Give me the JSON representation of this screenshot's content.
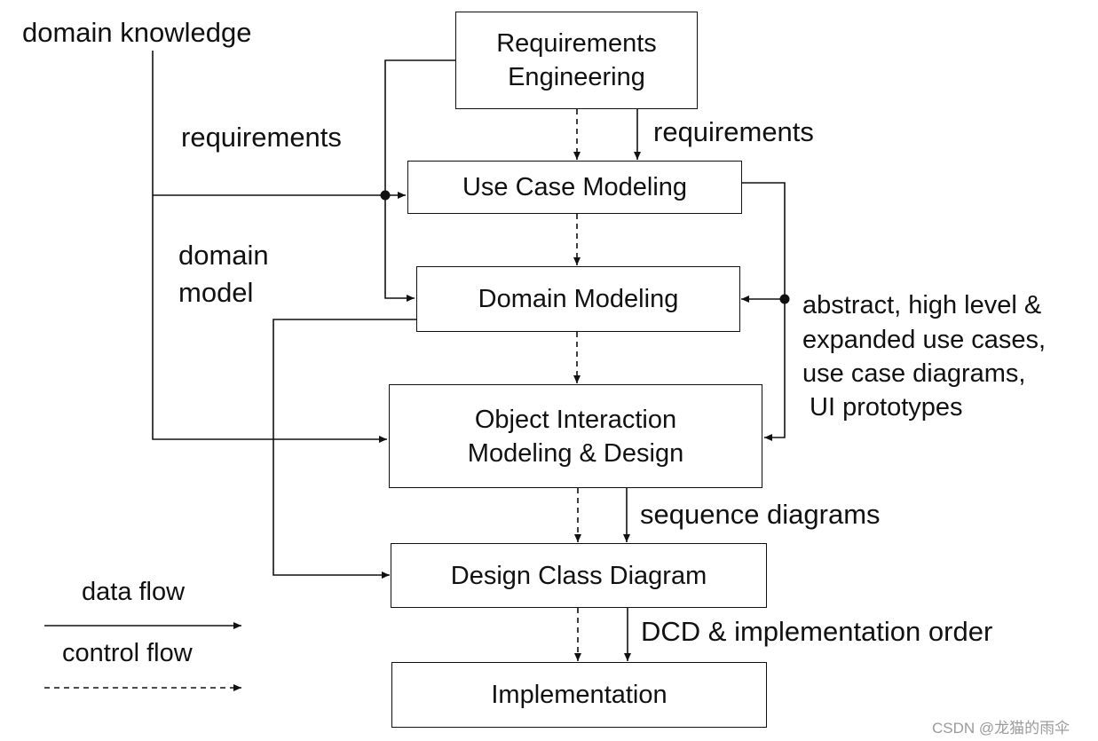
{
  "boxes": {
    "requirements_engineering": {
      "line1": "Requirements",
      "line2": "Engineering"
    },
    "use_case_modeling": "Use Case Modeling",
    "domain_modeling": "Domain Modeling",
    "object_interaction": {
      "line1": "Object Interaction",
      "line2": "Modeling & Design"
    },
    "design_class_diagram": "Design Class Diagram",
    "implementation": "Implementation"
  },
  "labels": {
    "domain_knowledge": "domain knowledge",
    "requirements_left": "requirements",
    "requirements_right": "requirements",
    "domain_model": {
      "line1": "domain",
      "line2": "model"
    },
    "use_case_outputs": [
      "abstract, high level &",
      "expanded use cases,",
      "use case diagrams,",
      " UI prototypes"
    ],
    "sequence_diagrams": "sequence diagrams",
    "dcd_order": "DCD & implementation order"
  },
  "legend": {
    "data_flow": "data flow",
    "control_flow": "control flow"
  },
  "watermark": "CSDN @龙猫的雨伞",
  "colors": {
    "line": "#111111",
    "background": "#ffffff",
    "watermark": "#9a9a9a"
  }
}
